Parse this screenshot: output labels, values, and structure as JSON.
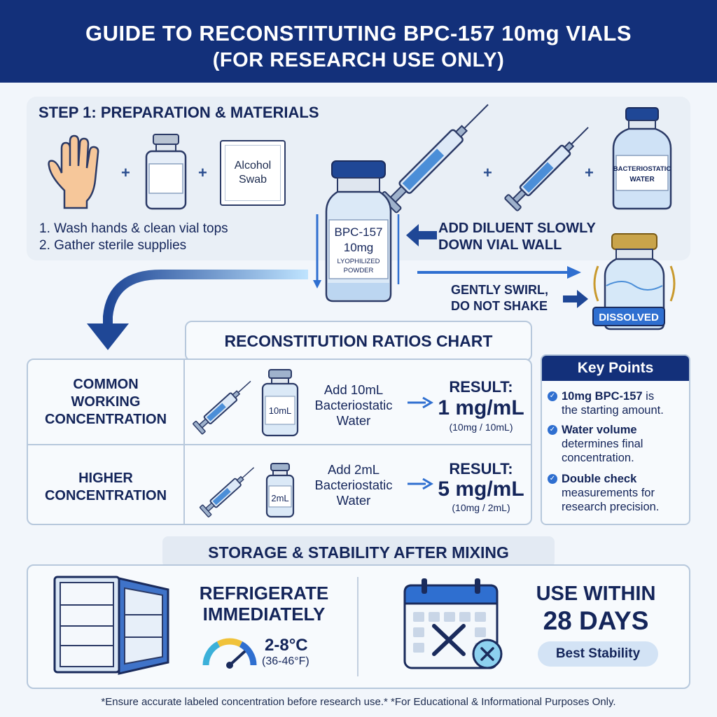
{
  "header": {
    "line1": "GUIDE TO RECONSTITUTING BPC-157 10mg VIALS",
    "line2": "(FOR RESEARCH USE ONLY)"
  },
  "step1": {
    "title": "STEP 1: PREPARATION & MATERIALS",
    "swab_label_1": "Alcohol",
    "swab_label_2": "Swab",
    "instruction_1": "1. Wash hands & clean vial tops",
    "instruction_2": "2. Gather sterile supplies",
    "water_label_1": "BACTERIOSTATIC",
    "water_label_2": "WATER",
    "plus": "+"
  },
  "main_vial": {
    "name": "BPC-157",
    "dose": "10mg",
    "desc_1": "LYOPHILIZED",
    "desc_2": "POWDER"
  },
  "callouts": {
    "add_diluent_1": "ADD DILUENT SLOWLY",
    "add_diluent_2": "DOWN VIAL WALL",
    "swirl_1": "GENTLY SWIRL,",
    "swirl_2": "DO NOT SHAKE",
    "dissolved": "DISSOLVED"
  },
  "ratios": {
    "title": "RECONSTITUTION RATIOS CHART",
    "rows": [
      {
        "label": [
          "COMMON",
          "WORKING",
          "CONCENTRATION"
        ],
        "vial_label": "10mL",
        "add_1": "Add 10mL",
        "add_2": "Bacteriostatic",
        "add_3": "Water",
        "result_label": "RESULT:",
        "result_value": "1 mg/mL",
        "result_calc": "(10mg / 10mL)"
      },
      {
        "label": [
          "HIGHER",
          "CONCENTRATION"
        ],
        "vial_label": "2mL",
        "add_1": "Add 2mL",
        "add_2": "Bacteriostatic",
        "add_3": "Water",
        "result_label": "RESULT:",
        "result_value": "5 mg/mL",
        "result_calc": "(10mg / 2mL)"
      }
    ]
  },
  "key_points": {
    "title": "Key Points",
    "items": [
      {
        "bold": "10mg BPC-157",
        "rest_1": " is",
        "rest_2": "the starting amount."
      },
      {
        "bold": "Water volume",
        "rest_1": "determines final",
        "rest_2": "concentration."
      },
      {
        "bold": "Double check",
        "rest_1": "measurements for",
        "rest_2": "research precision."
      }
    ]
  },
  "storage": {
    "title": "STORAGE & STABILITY AFTER MIXING",
    "refrigerate_1": "REFRIGERATE",
    "refrigerate_2": "IMMEDIATELY",
    "temp_c": "2-8°C",
    "temp_f": "(36-46°F)",
    "use_1": "USE WITHIN",
    "use_2": "28 DAYS",
    "badge": "Best Stability"
  },
  "footer": "*Ensure accurate labeled concentration before research use.* *For Educational & Informational Purposes Only.",
  "colors": {
    "navy": "#13307a",
    "accent_blue": "#2f6fd0",
    "panel": "#e9eff6"
  }
}
